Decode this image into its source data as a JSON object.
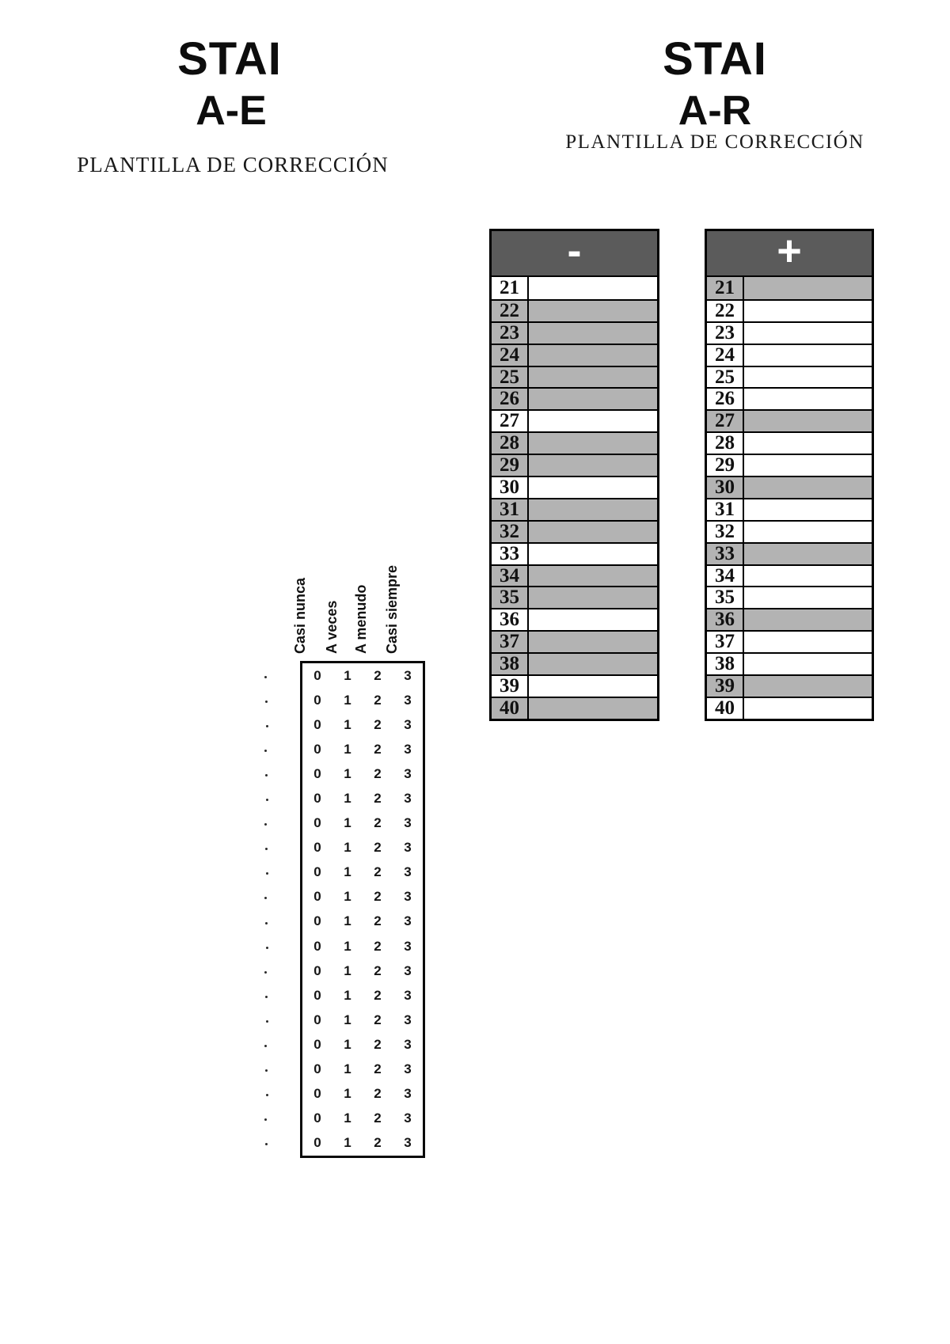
{
  "document": {
    "left_panel": {
      "title": "STAI",
      "subtitle": "A-E",
      "caption": "PLANTILLA DE CORRECCIÓN"
    },
    "right_panel": {
      "title": "STAI",
      "subtitle": "A-R",
      "caption": "PLANTILLA DE CORRECCIÓN"
    }
  },
  "answer_grid": {
    "column_headers": [
      "Casi nunca",
      "A veces",
      "A menudo",
      "Casi siempre"
    ],
    "row_values": [
      "0",
      "1",
      "2",
      "3"
    ],
    "row_count": 20
  },
  "minus_table": {
    "symbol": "-",
    "rows": [
      {
        "num": "21",
        "shaded": false
      },
      {
        "num": "22",
        "shaded": true
      },
      {
        "num": "23",
        "shaded": true
      },
      {
        "num": "24",
        "shaded": true
      },
      {
        "num": "25",
        "shaded": true
      },
      {
        "num": "26",
        "shaded": true
      },
      {
        "num": "27",
        "shaded": false
      },
      {
        "num": "28",
        "shaded": true
      },
      {
        "num": "29",
        "shaded": true
      },
      {
        "num": "30",
        "shaded": false
      },
      {
        "num": "31",
        "shaded": true
      },
      {
        "num": "32",
        "shaded": true
      },
      {
        "num": "33",
        "shaded": false
      },
      {
        "num": "34",
        "shaded": true
      },
      {
        "num": "35",
        "shaded": true
      },
      {
        "num": "36",
        "shaded": false
      },
      {
        "num": "37",
        "shaded": true
      },
      {
        "num": "38",
        "shaded": true
      },
      {
        "num": "39",
        "shaded": false
      },
      {
        "num": "40",
        "shaded": true
      }
    ]
  },
  "plus_table": {
    "symbol": "+",
    "rows": [
      {
        "num": "21",
        "shaded": true
      },
      {
        "num": "22",
        "shaded": false
      },
      {
        "num": "23",
        "shaded": false
      },
      {
        "num": "24",
        "shaded": false
      },
      {
        "num": "25",
        "shaded": false
      },
      {
        "num": "26",
        "shaded": false
      },
      {
        "num": "27",
        "shaded": true
      },
      {
        "num": "28",
        "shaded": false
      },
      {
        "num": "29",
        "shaded": false
      },
      {
        "num": "30",
        "shaded": true
      },
      {
        "num": "31",
        "shaded": false
      },
      {
        "num": "32",
        "shaded": false
      },
      {
        "num": "33",
        "shaded": true
      },
      {
        "num": "34",
        "shaded": false
      },
      {
        "num": "35",
        "shaded": false
      },
      {
        "num": "36",
        "shaded": true
      },
      {
        "num": "37",
        "shaded": false
      },
      {
        "num": "38",
        "shaded": false
      },
      {
        "num": "39",
        "shaded": true
      },
      {
        "num": "40",
        "shaded": false
      }
    ]
  },
  "colors": {
    "header_bg": "#5b5b5b",
    "shaded": "#b3b3b3",
    "border": "#000000",
    "page_bg": "#ffffff"
  }
}
